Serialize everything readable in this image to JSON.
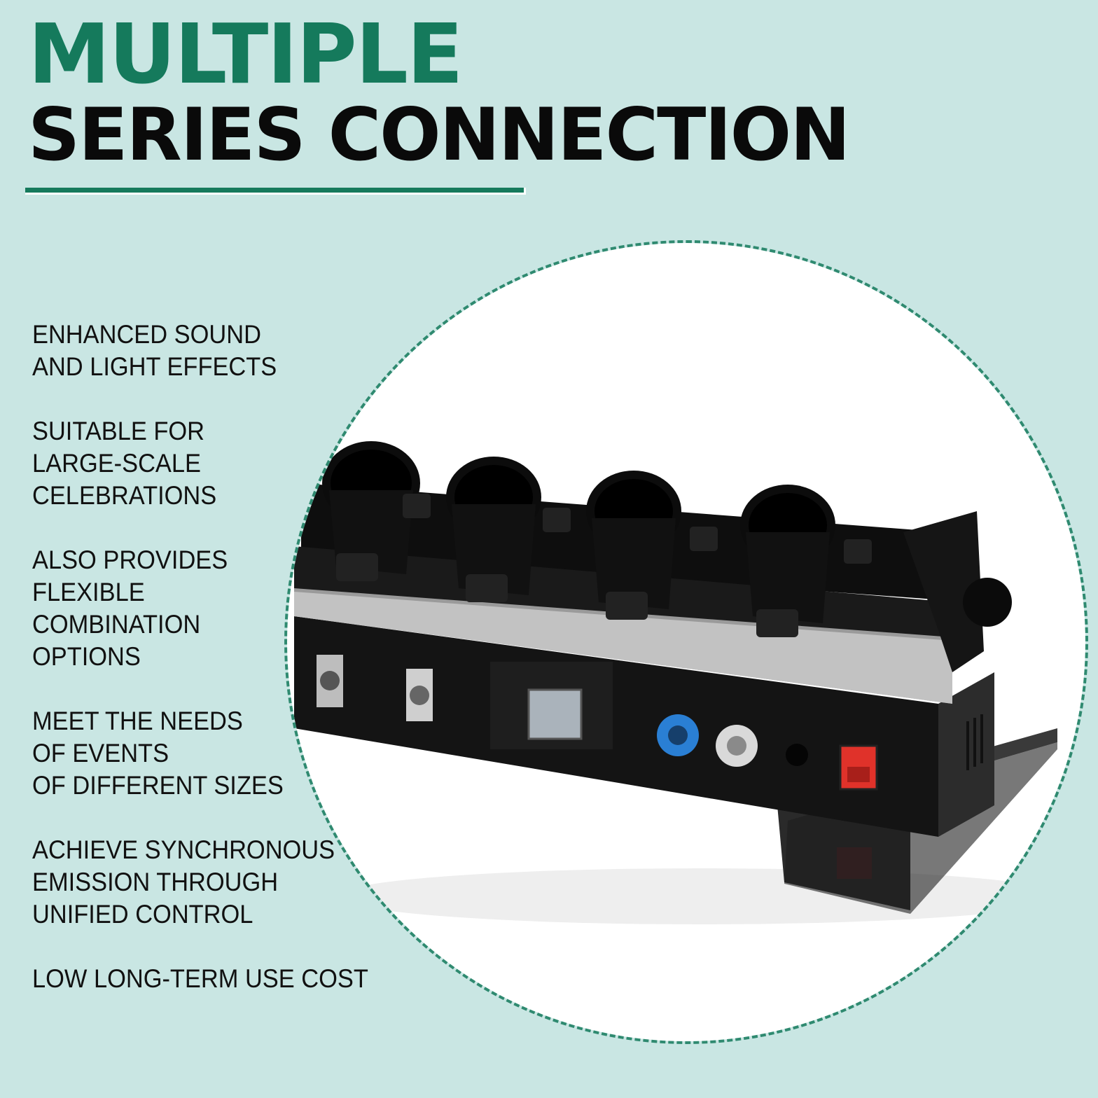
{
  "header": {
    "title_line1": "MULTIPLE",
    "title_line2": "SERIES CONNECTION"
  },
  "features": [
    "ENHANCED SOUND\nAND LIGHT EFFECTS",
    "SUITABLE FOR\nLARGE-SCALE\nCELEBRATIONS",
    "ALSO PROVIDES\nFLEXIBLE\nCOMBINATION\nOPTIONS",
    "MEET THE NEEDS\nOF EVENTS\nOF DIFFERENT SIZES",
    "ACHIEVE SYNCHRONOUS\nEMISSION THROUGH\nUNIFIED CONTROL",
    "LOW LONG-TERM USE COST"
  ],
  "colors": {
    "background": "#c9e6e3",
    "accent": "#157a5c",
    "text": "#0a0a0a",
    "power_in": "#2a7fd4",
    "switch": "#e0322a"
  },
  "icons": [
    "product-photo"
  ]
}
